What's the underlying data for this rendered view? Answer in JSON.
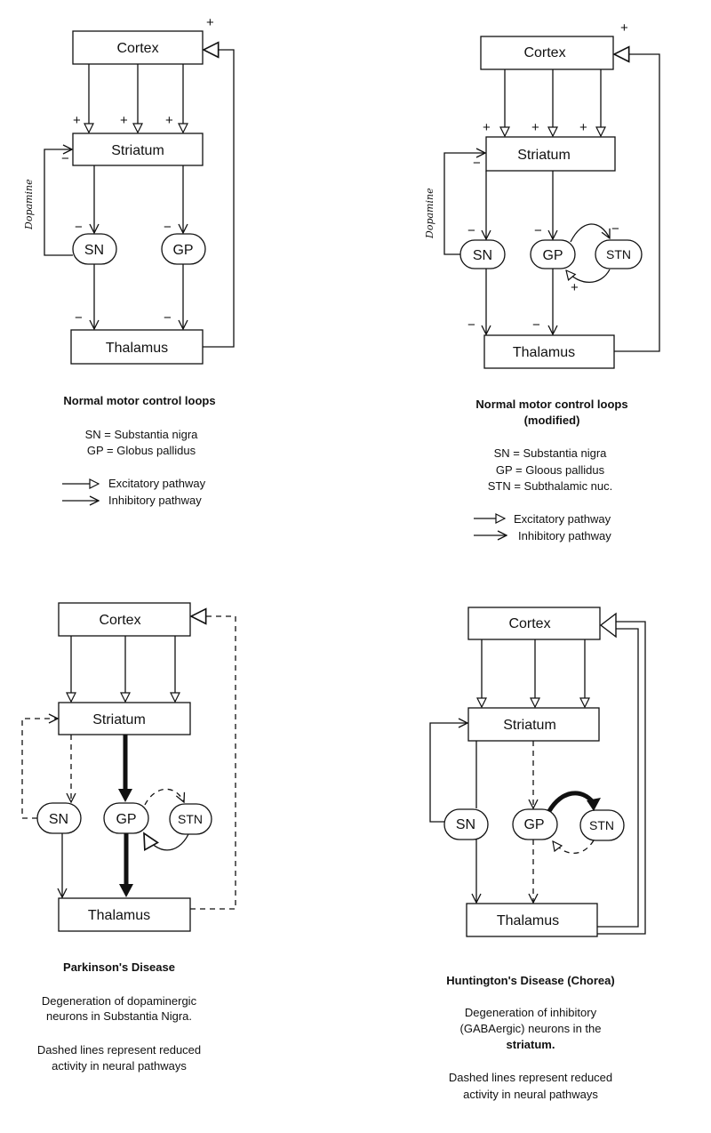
{
  "nodes": {
    "cortex": "Cortex",
    "striatum": "Striatum",
    "thalamus": "Thalamus",
    "sn": "SN",
    "gp": "GP",
    "stn": "STN"
  },
  "signs": {
    "plus": "+",
    "minus": "−"
  },
  "dopamine": "Dopamine",
  "panel1": {
    "title": "Normal motor control loops",
    "sn_def": "SN = Substantia nigra",
    "gp_def": "GP = Globus pallidus",
    "excitatory": "Excitatory pathway",
    "inhibitory": "Inhibitory pathway"
  },
  "panel2": {
    "title": "Normal motor control loops",
    "subtitle": "(modified)",
    "sn_def": "SN = Substantia nigra",
    "gp_def": "GP = Gloous pallidus",
    "stn_def": "STN = Subthalamic nuc.",
    "excitatory": "Excitatory pathway",
    "inhibitory": "Inhibitory pathway"
  },
  "panel3": {
    "title": "Parkinson's Disease",
    "desc1": "Degeneration of dopaminergic",
    "desc2": "neurons in Substantia Nigra.",
    "desc3": "Dashed lines represent reduced",
    "desc4": "activity in neural pathways"
  },
  "panel4": {
    "title": "Huntington's Disease (Chorea)",
    "desc1": "Degeneration of inhibitory",
    "desc2": "(GABAergic) neurons in the",
    "desc3": "striatum.",
    "desc4": "Dashed lines represent reduced",
    "desc5": "activity in neural pathways"
  }
}
